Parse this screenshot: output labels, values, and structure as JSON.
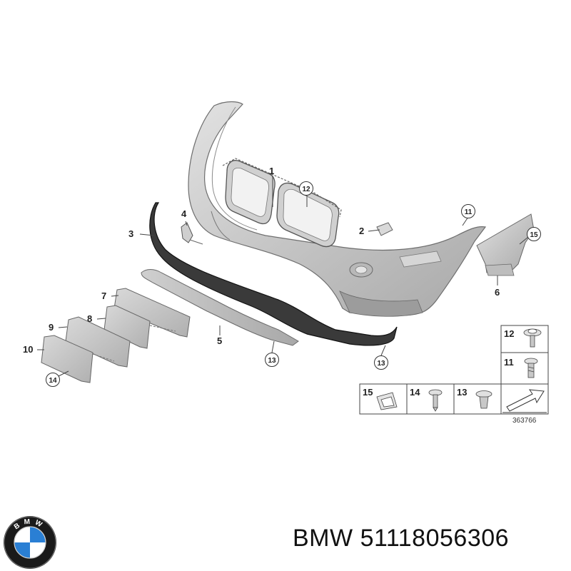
{
  "diagram": {
    "reference_code": "363766",
    "callouts": [
      {
        "id": "c1",
        "label": "1",
        "circled": false
      },
      {
        "id": "c12",
        "label": "12",
        "circled": true
      },
      {
        "id": "c2",
        "label": "2",
        "circled": false
      },
      {
        "id": "c11",
        "label": "11",
        "circled": true
      },
      {
        "id": "c15",
        "label": "15",
        "circled": true
      },
      {
        "id": "c6",
        "label": "6",
        "circled": false
      },
      {
        "id": "c3",
        "label": "3",
        "circled": false
      },
      {
        "id": "c4",
        "label": "4",
        "circled": false
      },
      {
        "id": "c7",
        "label": "7",
        "circled": false
      },
      {
        "id": "c8",
        "label": "8",
        "circled": false
      },
      {
        "id": "c9",
        "label": "9",
        "circled": false
      },
      {
        "id": "c10",
        "label": "10",
        "circled": false
      },
      {
        "id": "c14",
        "label": "14",
        "circled": true
      },
      {
        "id": "c5",
        "label": "5",
        "circled": false
      },
      {
        "id": "c13a",
        "label": "13",
        "circled": true
      },
      {
        "id": "c13b",
        "label": "13",
        "circled": true
      }
    ],
    "fastener_legend": [
      {
        "id": "l12",
        "label": "12"
      },
      {
        "id": "l11",
        "label": "11"
      },
      {
        "id": "l15",
        "label": "15"
      },
      {
        "id": "l14",
        "label": "14"
      },
      {
        "id": "l13",
        "label": "13"
      }
    ]
  },
  "caption": {
    "brand": "BMW",
    "part_number": "51118056306"
  },
  "logo": {
    "letters": "BMW",
    "icon": "bmw-roundel-icon",
    "colors": {
      "blue": "#2a7fd4",
      "white": "#ffffff",
      "ring": "#1a1a1a"
    }
  }
}
